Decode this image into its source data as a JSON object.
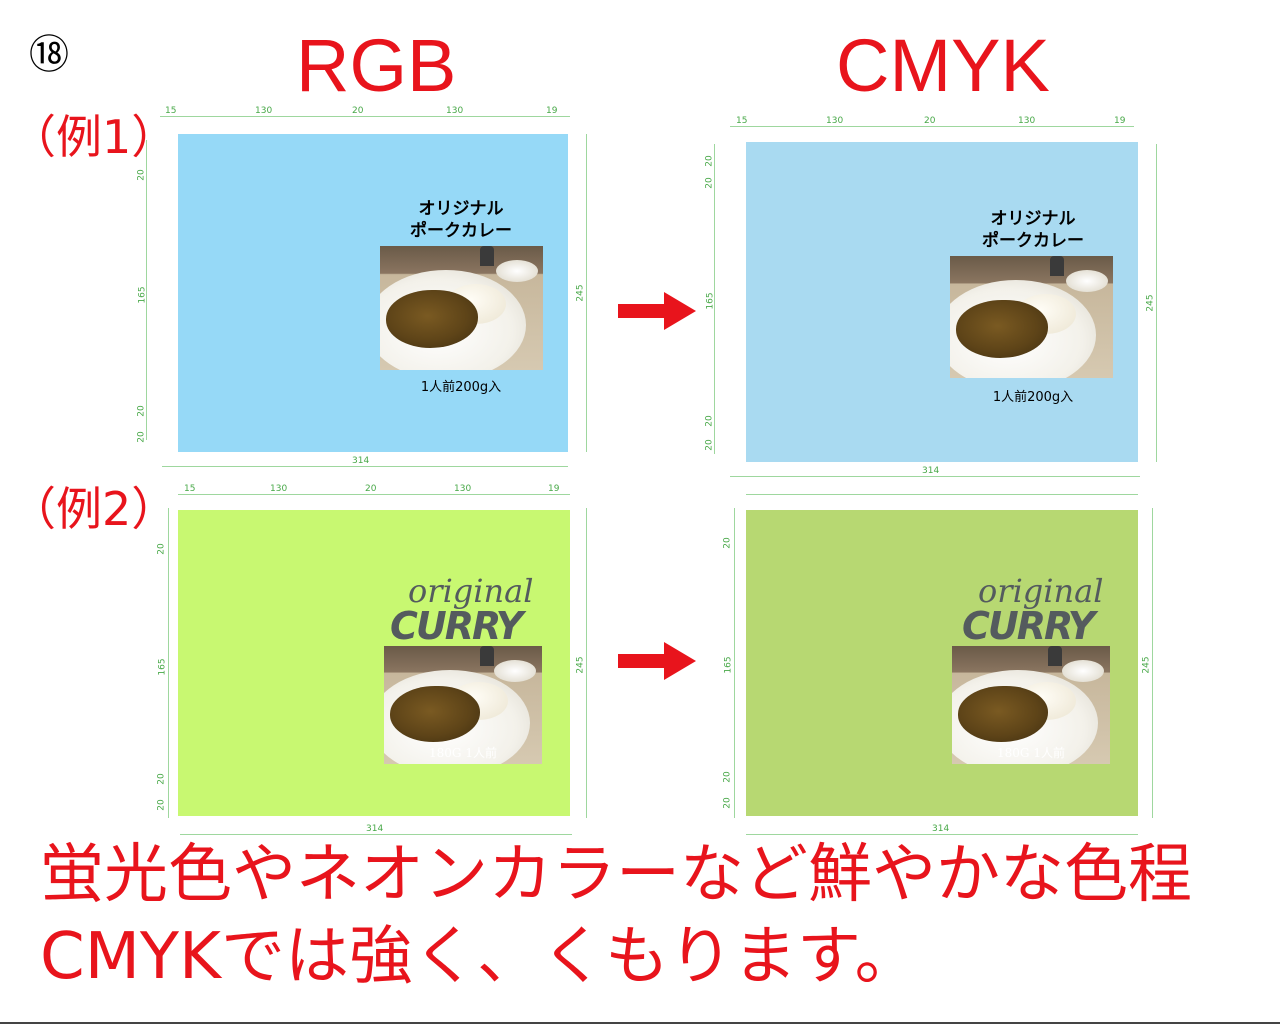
{
  "badge": "⑱",
  "headers": {
    "left": "RGB",
    "right": "CMYK"
  },
  "examples": [
    {
      "label": "（例1）"
    },
    {
      "label": "（例2）"
    }
  ],
  "dimensions": {
    "widths": [
      "15",
      "130",
      "20",
      "130",
      "19"
    ],
    "total_width": "314",
    "heights_left": [
      "20",
      "20",
      "165",
      "20",
      "20"
    ],
    "total_height": "245"
  },
  "example1": {
    "title_line1": "オリジナル",
    "title_line2": "ポークカレー",
    "subtitle": "1人前200g入",
    "rgb_color": "#96d9f7",
    "cmyk_color": "#a9daf1"
  },
  "example2": {
    "script": "original",
    "big": "CURRY",
    "caption": "180G 1人前",
    "rgb_color": "#c8f871",
    "cmyk_color": "#b7d872"
  },
  "arrow_color": "#e8141c",
  "footer": {
    "line1": "蛍光色やネオンカラーなど鮮やかな色程",
    "line2": "CMYKでは強く、くもります。"
  }
}
